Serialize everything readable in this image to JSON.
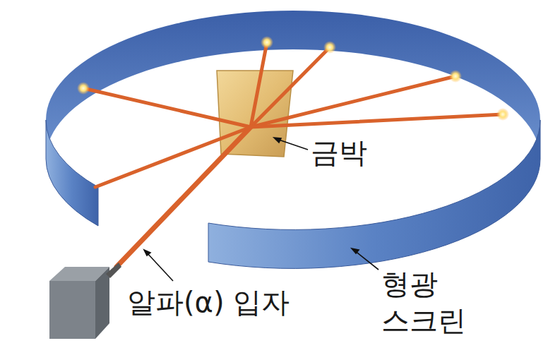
{
  "diagram": {
    "labels": [
      "금박",
      "알파(α) 입자",
      "형광 스크린"
    ]
  }
}
